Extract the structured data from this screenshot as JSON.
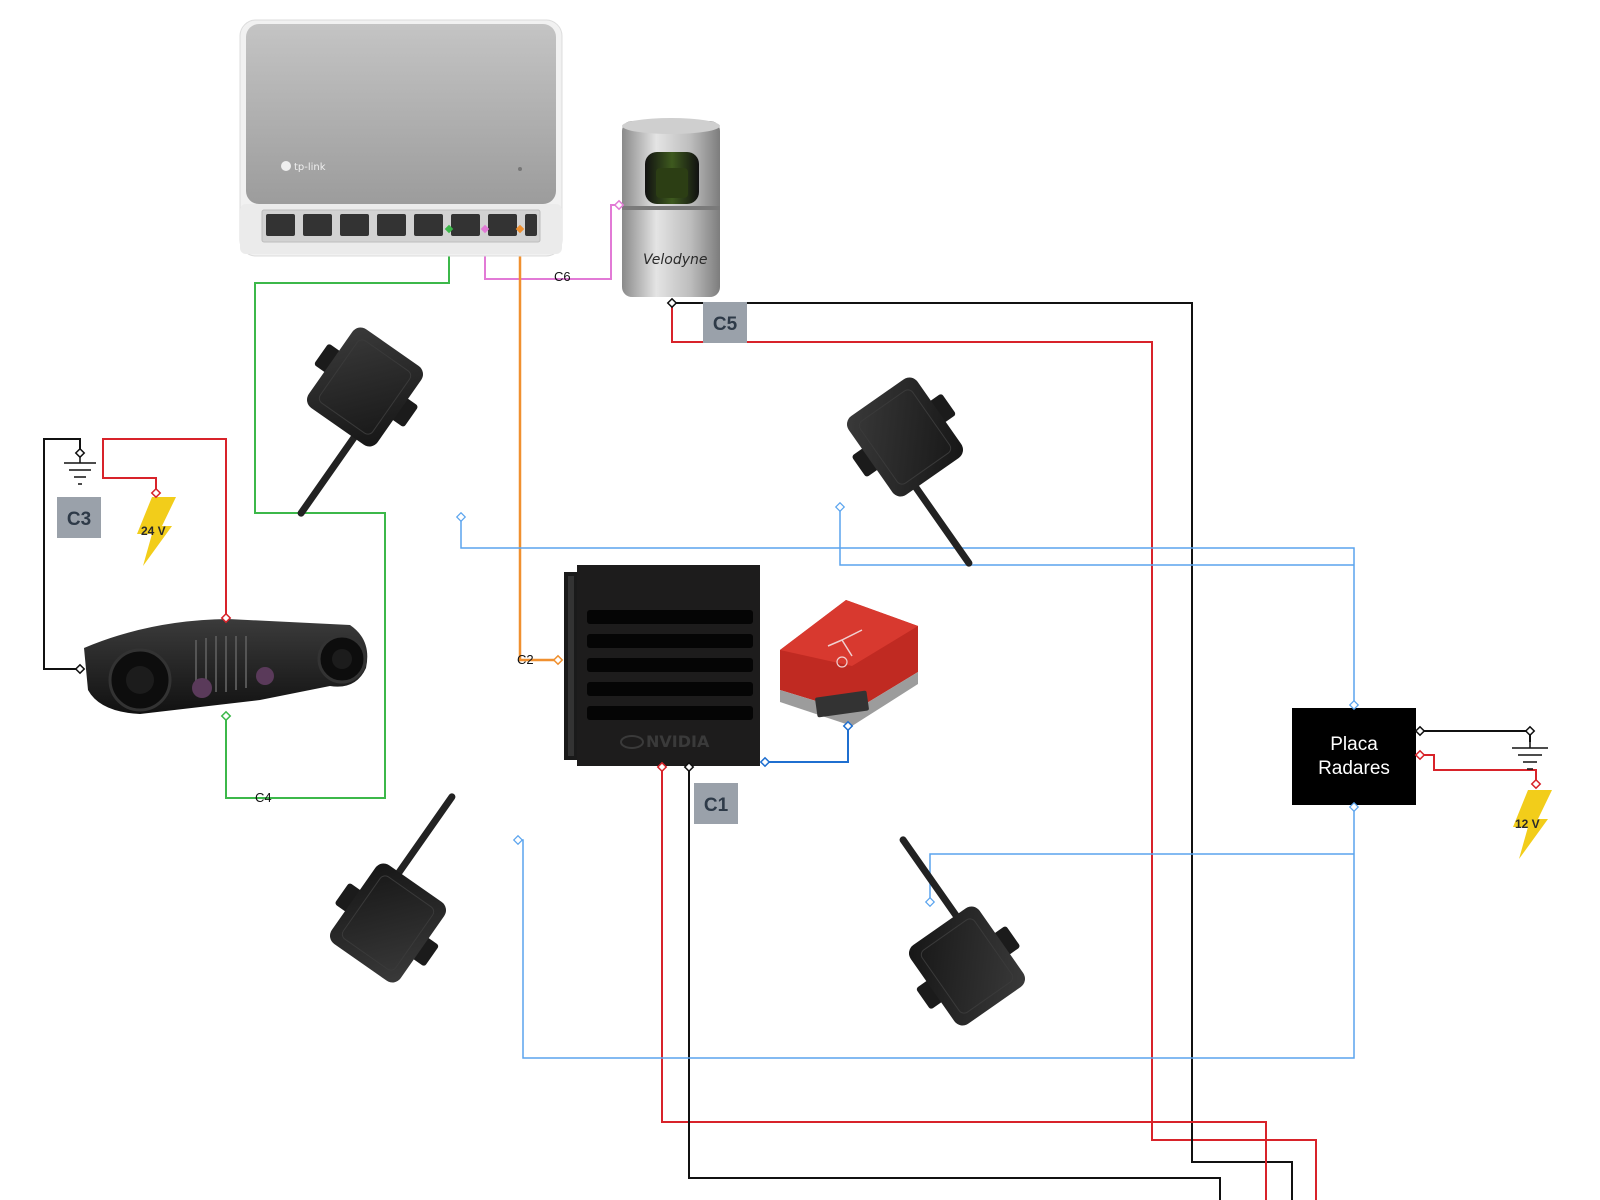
{
  "diagram": {
    "cable_labels": {
      "c1": "C1",
      "c2": "C2",
      "c3": "C3",
      "c4": "C4",
      "c5": "C5",
      "c6": "C6"
    },
    "power": {
      "supply_24v": "24 V",
      "supply_12v": "12 V"
    },
    "radar_board": {
      "line1": "Placa",
      "line2": "Radares"
    },
    "device_brands": {
      "switch": "tp-link",
      "lidar": "Velodyne",
      "computer": "NVIDIA"
    },
    "wire_colors": {
      "ethernet_green": "#3cb84a",
      "ethernet_pink": "#e27ad6",
      "ethernet_orange": "#f0902f",
      "power_red": "#d8232a",
      "ground_black": "#111111",
      "can_blue": "#5aa4ee",
      "usb_blue": "#1f6fd0"
    },
    "icons": {
      "power_supply": "lightning-bolt-icon",
      "ground": "ground-symbol-icon"
    }
  }
}
